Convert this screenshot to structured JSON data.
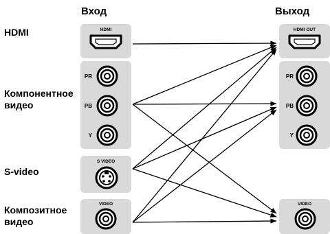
{
  "headers": {
    "input": "Вход",
    "output": "Выход"
  },
  "rows": {
    "hdmi": "HDMI",
    "component_line1": "Компонентное",
    "component_line2": "видео",
    "svideo": "S-video",
    "composite_line1": "Композитное",
    "composite_line2": "видео"
  },
  "jacks": {
    "in_hdmi": "HDMI",
    "out_hdmi": "HDMI OUT",
    "pr": "PR",
    "pb": "PB",
    "y": "Y",
    "svideo": "S VIDEO",
    "video_in": "VIDEO",
    "video_out": "VIDEO"
  }
}
